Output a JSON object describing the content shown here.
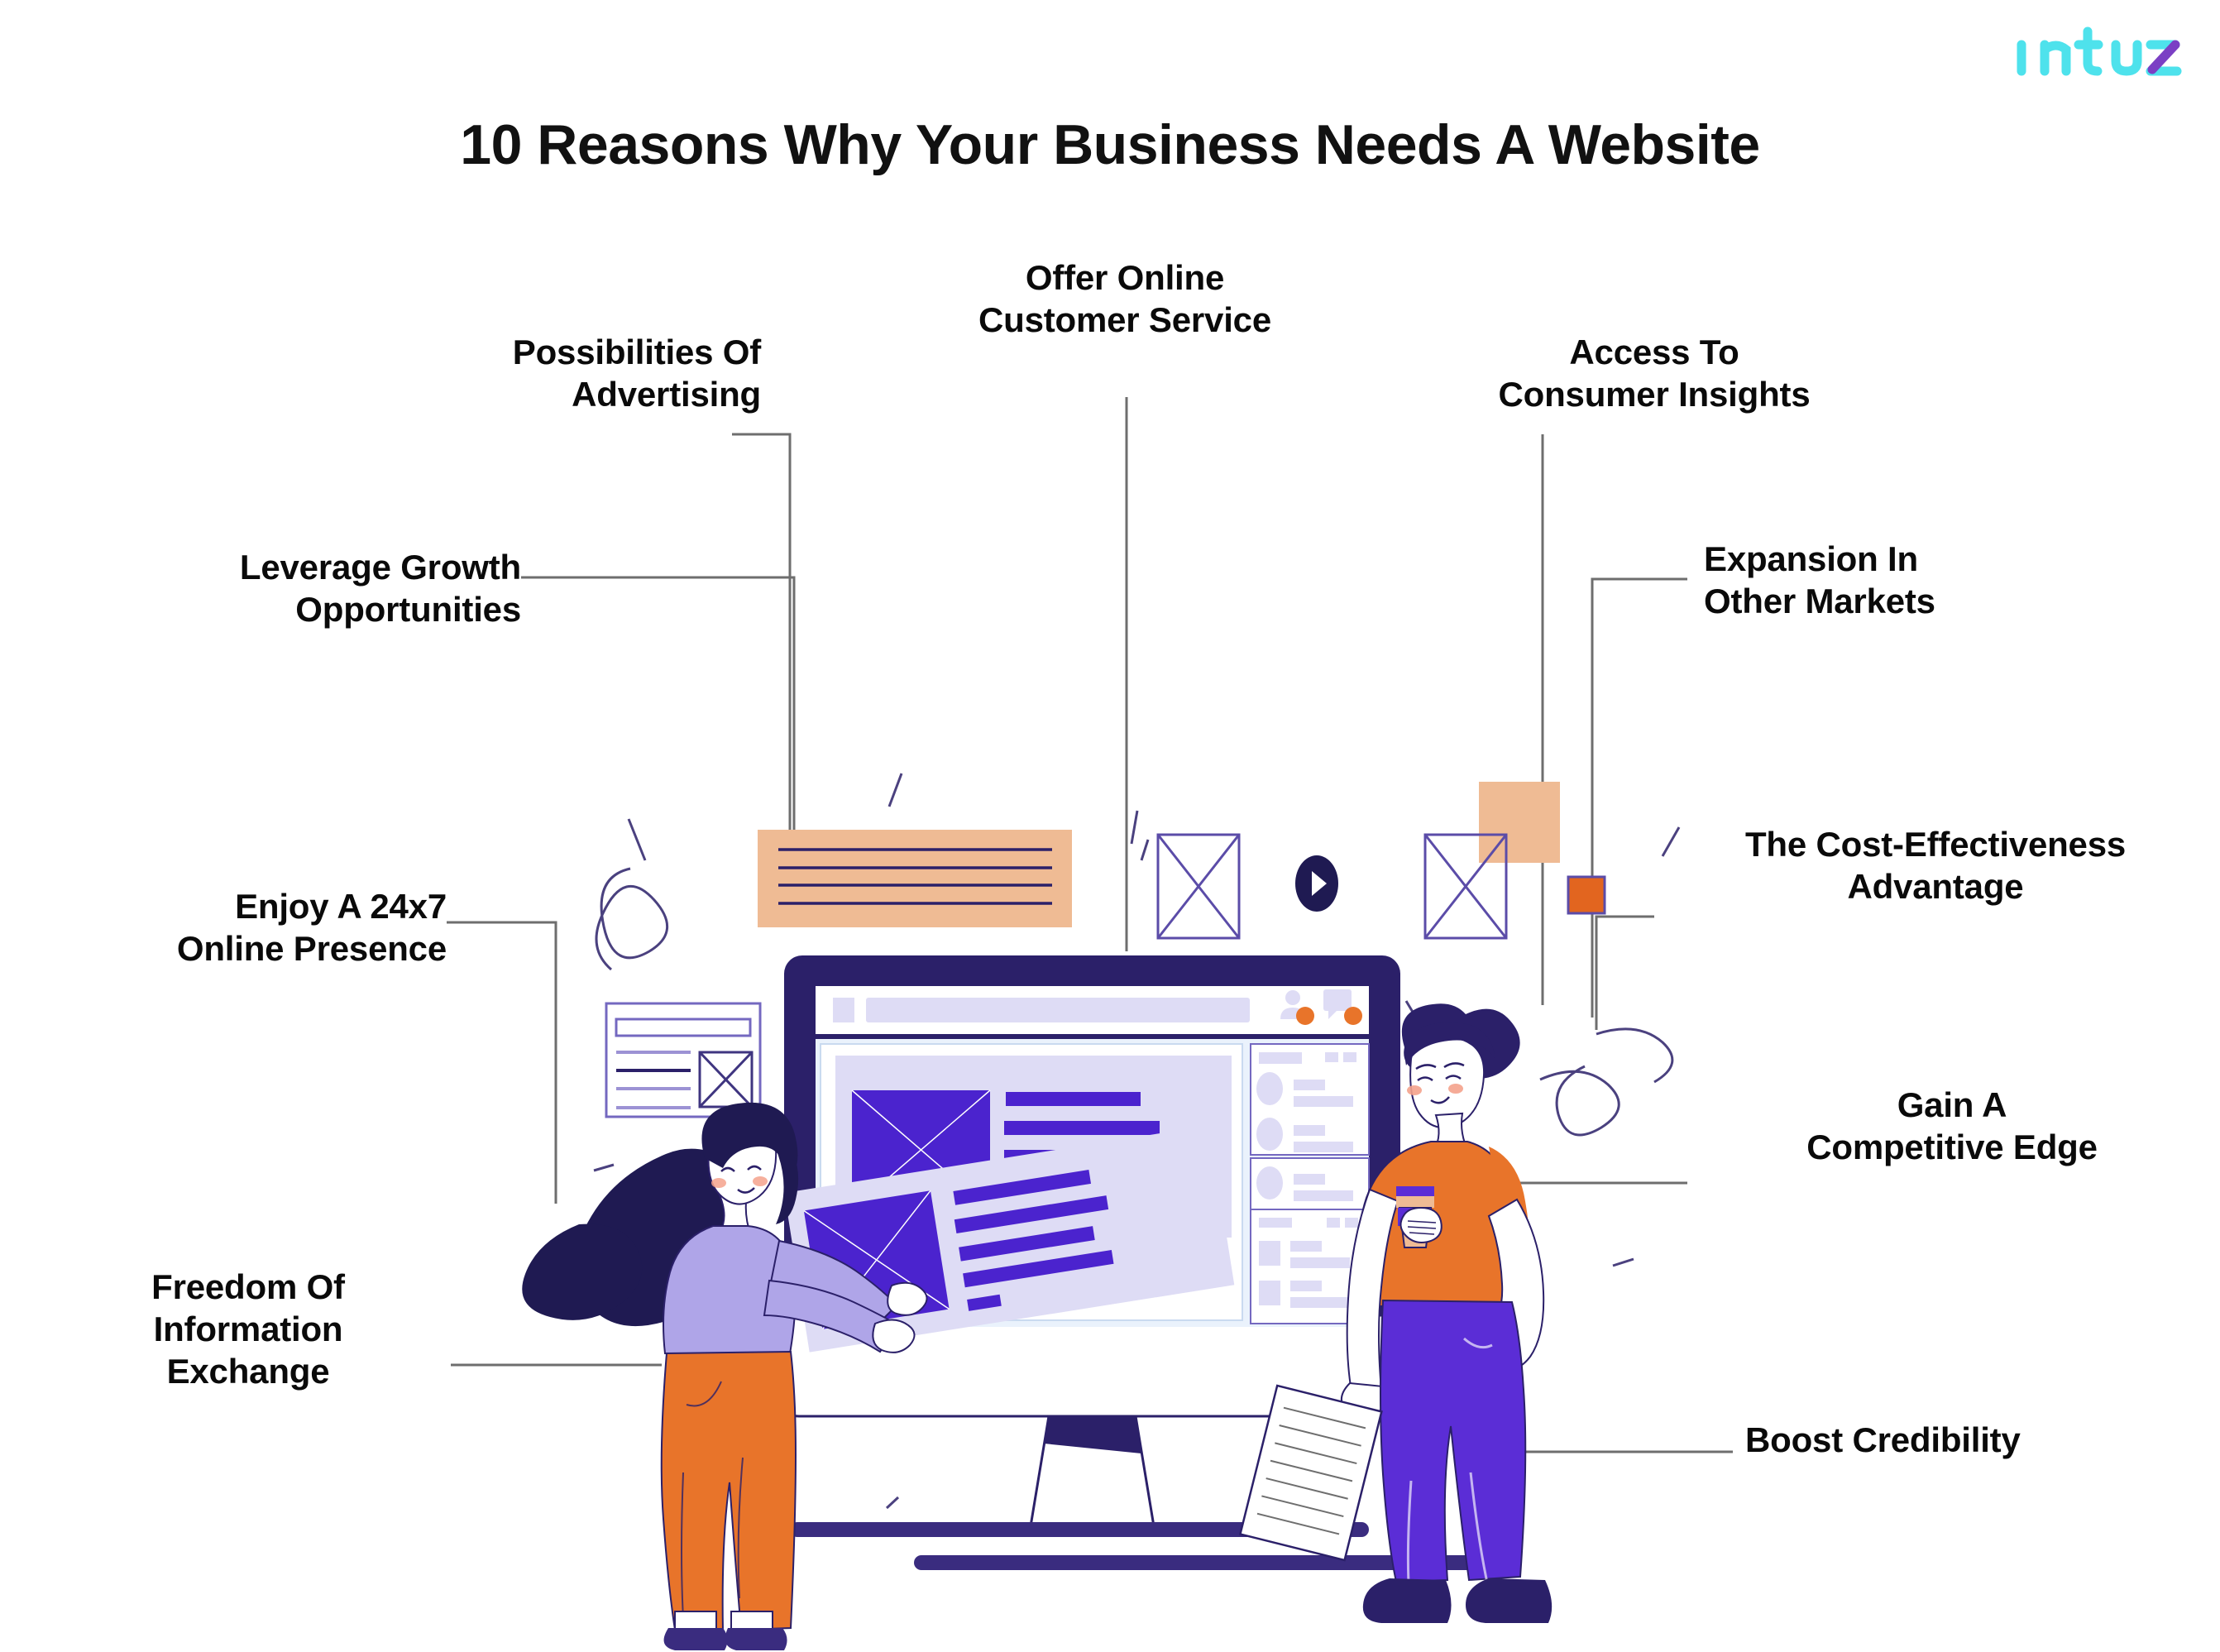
{
  "brand": {
    "logo_text": "intuz",
    "logo_color": "#4EE2EC",
    "logo_accent_color": "#7B3FC4"
  },
  "header": {
    "title": "10 Reasons Why Your Business Needs A Website"
  },
  "palette": {
    "navy": "#2B2069",
    "purple": "#4B23CE",
    "light_purple": "#DEDCF5",
    "lavender": "#AFA5E8",
    "orange": "#E8742A",
    "peach": "#EFBB94",
    "text": "#0A0A0A",
    "wire": "#6E6E6E"
  },
  "reasons": [
    {
      "id": "advertising",
      "line1": "Possibilities Of",
      "line2": "Advertising",
      "line3": "",
      "side": "left"
    },
    {
      "id": "customer-svc",
      "line1": "Offer Online",
      "line2": "Customer Service",
      "line3": "",
      "side": "top"
    },
    {
      "id": "insights",
      "line1": "Access To",
      "line2": "Consumer Insights",
      "line3": "",
      "side": "right"
    },
    {
      "id": "growth",
      "line1": "Leverage Growth",
      "line2": "Opportunities",
      "line3": "",
      "side": "left"
    },
    {
      "id": "expansion",
      "line1": "Expansion In",
      "line2": "Other Markets",
      "line3": "",
      "side": "right"
    },
    {
      "id": "247",
      "line1": "Enjoy A 24x7",
      "line2": "Online Presence",
      "line3": "",
      "side": "left"
    },
    {
      "id": "cost",
      "line1": "The Cost-Effectiveness",
      "line2": "Advantage",
      "line3": "",
      "side": "right"
    },
    {
      "id": "gain",
      "line1": "Gain A",
      "line2": "Competitive Edge",
      "line3": "",
      "side": "right"
    },
    {
      "id": "freedom",
      "line1": "Freedom Of",
      "line2": "Information",
      "line3": "Exchange",
      "side": "left"
    },
    {
      "id": "credibility",
      "line1": "Boost Credibility",
      "line2": "",
      "line3": "",
      "side": "right"
    }
  ],
  "illustration": {
    "scene_name": "two-people-with-desktop-monitor-website-wireframe",
    "monitor": {
      "browser_bar_icons": [
        "user-icon",
        "chat-bubble-icon"
      ],
      "notification_dot_color": "#E8742A"
    },
    "floating_elements": [
      "peach-text-card",
      "wireframe-box-tall-left",
      "play-button",
      "wireframe-box-tall-right",
      "peach-square",
      "orange-square",
      "wireframe-card-small",
      "squiggle-doodle"
    ],
    "characters": [
      {
        "name": "woman",
        "hair": "#2B2069",
        "top": "#AFA5E8",
        "pants": "#E8742A",
        "shoes": "#2B2069"
      },
      {
        "name": "man",
        "hair": "#2B2069",
        "top": "#E8742A",
        "pants": "#5B2DD6",
        "shoes": "#2B2069"
      }
    ]
  }
}
